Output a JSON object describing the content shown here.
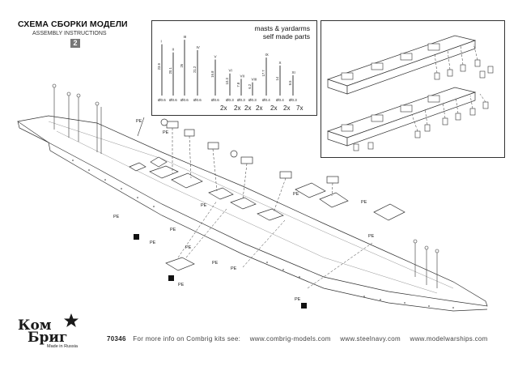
{
  "header": {
    "title_ru": "СХЕМА СБОРКИ МОДЕЛИ",
    "title_en": "ASSEMBLY INSTRUCTIONS",
    "step": "2"
  },
  "masts_panel": {
    "title_line1": "masts & yardarms",
    "title_line2": "self made parts",
    "masts": [
      {
        "numeral": "I",
        "length": "23.9",
        "diameter": "Ø0.6"
      },
      {
        "numeral": "II",
        "length": "20.1",
        "diameter": "Ø0.6"
      },
      {
        "numeral": "III",
        "length": "26",
        "diameter": "Ø0.6"
      },
      {
        "numeral": "IV",
        "length": "21.2",
        "diameter": "Ø0.6"
      },
      {
        "numeral": "V",
        "length": "16.8",
        "diameter": "Ø0.6"
      },
      {
        "numeral": "VI",
        "length": "10.3",
        "diameter": "Ø0.3"
      },
      {
        "numeral": "VII",
        "length": "7.8",
        "diameter": "Ø0.3"
      },
      {
        "numeral": "VIII",
        "length": "6.2",
        "diameter": "Ø0.3"
      },
      {
        "numeral": "IX",
        "length": "17.7",
        "diameter": "Ø0.4"
      },
      {
        "numeral": "X",
        "length": "14",
        "diameter": "Ø0.4"
      },
      {
        "numeral": "XI",
        "length": "9.5",
        "diameter": "Ø0.3"
      }
    ],
    "quantities": [
      "2x",
      "2x",
      "2x",
      "2x",
      "2x",
      "2x",
      "7x"
    ]
  },
  "callouts": {
    "pe": "PE",
    "pe_labels_count": 14
  },
  "footer": {
    "code": "70346",
    "info": "For more info on Combrig kits see:",
    "links": [
      "www.combrig-models.com",
      "www.steelnavy.com",
      "www.modelwarships.com"
    ]
  },
  "logo": {
    "line1": "Ком",
    "line2": "Бриг",
    "tagline": "Made in Russia"
  }
}
